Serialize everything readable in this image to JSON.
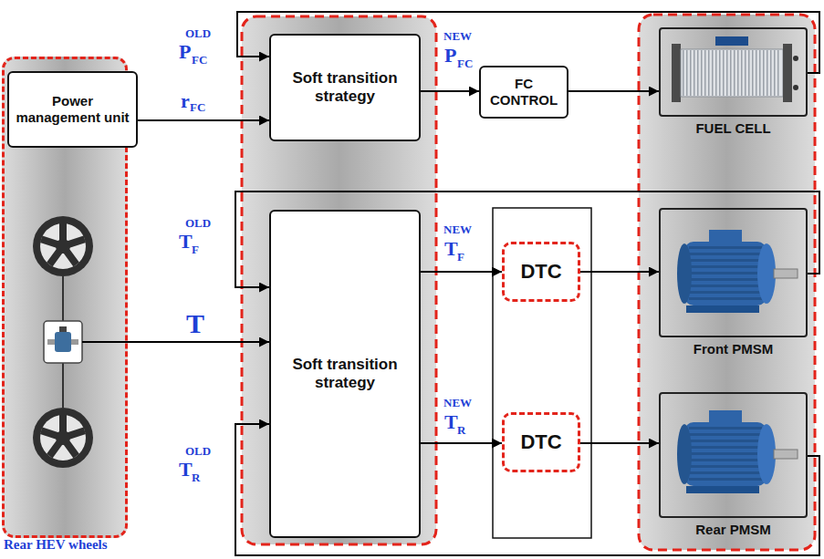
{
  "diagram": {
    "nodes": [
      {
        "text": [
          "Rear HEV wheels"
        ]
      },
      {
        "text": [
          "Power management unit"
        ],
        "in": 0
      },
      {
        "text": [
          "Soft transition strategy"
        ]
      },
      {
        "text": [
          "FC CONTROL"
        ]
      },
      {
        "text": [
          "FUEL CELL"
        ]
      },
      {
        "text": [
          "Soft transition strategy"
        ]
      },
      {
        "text": [
          "DTC"
        ]
      },
      {
        "text": [
          "Front PMSM"
        ]
      },
      {
        "text": [
          "DTC"
        ]
      },
      {
        "text": [
          "Rear PMSM"
        ]
      }
    ],
    "edges": [
      {
        "from": 4,
        "to": 2,
        "arrow": "to"
      },
      {
        "from": 1,
        "to": 2,
        "arrow": "to"
      },
      {
        "from": 2,
        "to": 3,
        "arrow": "to"
      },
      {
        "from": 3,
        "to": 4,
        "arrow": "to"
      },
      {
        "from": 7,
        "to": 5,
        "arrow": "to"
      },
      {
        "from": 9,
        "to": 5,
        "arrow": "to"
      },
      {
        "from": 5,
        "to": 6,
        "arrow": "to"
      },
      {
        "from": 6,
        "to": 7,
        "arrow": "to"
      },
      {
        "from": 5,
        "to": 8,
        "arrow": "to"
      },
      {
        "from": 8,
        "to": 9,
        "arrow": "to"
      }
    ],
    "labels": [
      "OLD",
      "P",
      "FC",
      "r",
      "FC",
      "OLD",
      "T",
      "F",
      "T",
      "OLD",
      "T",
      "R",
      "NEW",
      "P",
      "FC",
      "NEW",
      "T",
      "F",
      "NEW",
      "T",
      "R"
    ]
  }
}
